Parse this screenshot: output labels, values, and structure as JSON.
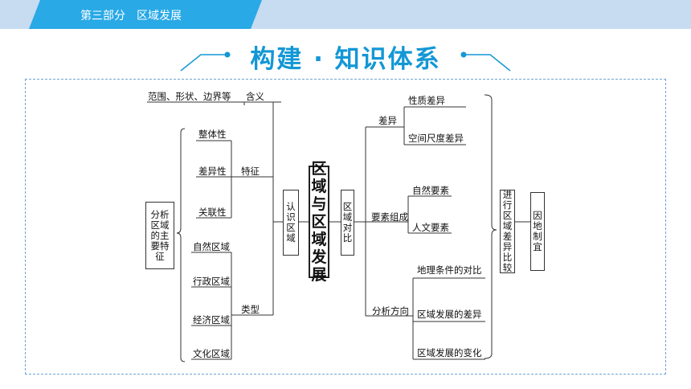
{
  "header": {
    "section_title": "第三部分　区域发展"
  },
  "heading": {
    "title": "构建 · 知识体系"
  },
  "diagram": {
    "features_box": "分析区域的主要特征",
    "scope_label": "范围、形状、边界等",
    "meaning_label": "含义",
    "traits": [
      "整体性",
      "差异性",
      "关联性"
    ],
    "traits_label": "特征",
    "types": [
      "自然区域",
      "行政区域",
      "经济区域",
      "文化区域"
    ],
    "types_label": "类型",
    "understand_box": "认识区域",
    "central_box": "区域与区域发展",
    "compare_box": "区域对比",
    "difference_label": "差异",
    "differences": [
      "性质差异",
      "空间尺度差异"
    ],
    "elements_label": "要素组成",
    "elements": [
      "自然要素",
      "人文要素"
    ],
    "direction_label": "分析方向",
    "directions": [
      "地理条件的对比",
      "区域发展的差异",
      "区域发展的变化"
    ],
    "compare_diff_box": "进行区域差异比较",
    "local_box": "因地制宜"
  }
}
